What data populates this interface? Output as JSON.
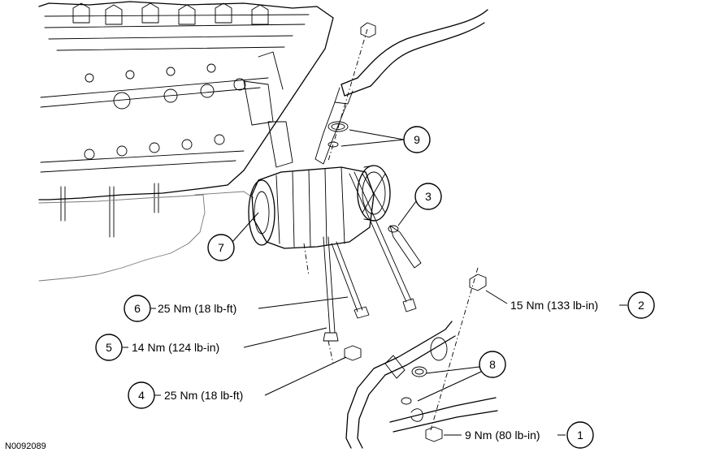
{
  "figure_id": "N0092089",
  "callouts": [
    {
      "number": "1",
      "torque": "9 Nm (80 lb-in)"
    },
    {
      "number": "2",
      "torque": "15 Nm (133 lb-in)"
    },
    {
      "number": "3",
      "torque": ""
    },
    {
      "number": "4",
      "torque": "25 Nm (18 lb-ft)"
    },
    {
      "number": "5",
      "torque": "14 Nm (124 lb-in)"
    },
    {
      "number": "6",
      "torque": "25 Nm (18 lb-ft)"
    },
    {
      "number": "7",
      "torque": ""
    },
    {
      "number": "8",
      "torque": ""
    },
    {
      "number": "9",
      "torque": ""
    }
  ]
}
